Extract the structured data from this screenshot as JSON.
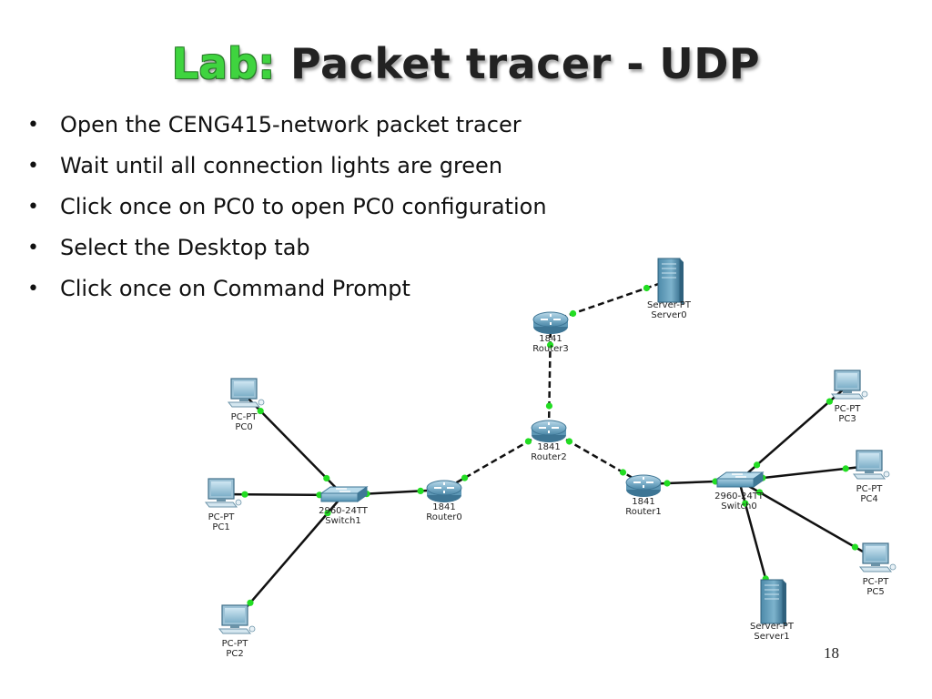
{
  "title": {
    "lab": "Lab:",
    "rest": "Packet tracer - UDP"
  },
  "bullets": [
    "Open the CENG415-network packet tracer",
    "Wait until all connection lights are green",
    "Click once on PC0 to open PC0 configuration",
    "Select the Desktop tab",
    "Click once on Command Prompt"
  ],
  "bullet_symbol": "•",
  "page_number": "18",
  "colors": {
    "title_lab": "#3fd43f",
    "title_rest": "#222222",
    "link_light": "#22dd22",
    "device_blue": "#5a97b5"
  },
  "diagram": {
    "nodes": [
      {
        "id": "server0",
        "type": "server",
        "icon": "server-icon",
        "label_top": "Server-PT",
        "label_bottom": "Server0"
      },
      {
        "id": "router3",
        "type": "router",
        "icon": "router-icon",
        "label_top": "1841",
        "label_bottom": "Router3"
      },
      {
        "id": "router2",
        "type": "router",
        "icon": "router-icon",
        "label_top": "1841",
        "label_bottom": "Router2"
      },
      {
        "id": "router0",
        "type": "router",
        "icon": "router-icon",
        "label_top": "1841",
        "label_bottom": "Router0"
      },
      {
        "id": "router1",
        "type": "router",
        "icon": "router-icon",
        "label_top": "1841",
        "label_bottom": "Router1"
      },
      {
        "id": "switch1",
        "type": "switch",
        "icon": "switch-icon",
        "label_top": "2960-24TT",
        "label_bottom": "Switch1"
      },
      {
        "id": "switch0",
        "type": "switch",
        "icon": "switch-icon",
        "label_top": "2960-24TT",
        "label_bottom": "Switch0"
      },
      {
        "id": "pc0",
        "type": "pc",
        "icon": "pc-icon",
        "label_top": "PC-PT",
        "label_bottom": "PC0"
      },
      {
        "id": "pc1",
        "type": "pc",
        "icon": "pc-icon",
        "label_top": "PC-PT",
        "label_bottom": "PC1"
      },
      {
        "id": "pc2",
        "type": "pc",
        "icon": "pc-icon",
        "label_top": "PC-PT",
        "label_bottom": "PC2"
      },
      {
        "id": "pc3",
        "type": "pc",
        "icon": "pc-icon",
        "label_top": "PC-PT",
        "label_bottom": "PC3"
      },
      {
        "id": "pc4",
        "type": "pc",
        "icon": "pc-icon",
        "label_top": "PC-PT",
        "label_bottom": "PC4"
      },
      {
        "id": "pc5",
        "type": "pc",
        "icon": "pc-icon",
        "label_top": "PC-PT",
        "label_bottom": "PC5"
      },
      {
        "id": "server1",
        "type": "server",
        "icon": "server-icon",
        "label_top": "Server-PT",
        "label_bottom": "Server1"
      }
    ],
    "links": [
      {
        "from": "router3",
        "to": "server0",
        "style": "dashed"
      },
      {
        "from": "router3",
        "to": "router2",
        "style": "dashed"
      },
      {
        "from": "router2",
        "to": "router0",
        "style": "dashed"
      },
      {
        "from": "router2",
        "to": "router1",
        "style": "dashed"
      },
      {
        "from": "router0",
        "to": "switch1",
        "style": "solid"
      },
      {
        "from": "router1",
        "to": "switch0",
        "style": "solid"
      },
      {
        "from": "pc0",
        "to": "switch1",
        "style": "solid"
      },
      {
        "from": "pc1",
        "to": "switch1",
        "style": "solid"
      },
      {
        "from": "pc2",
        "to": "switch1",
        "style": "solid"
      },
      {
        "from": "pc3",
        "to": "switch0",
        "style": "solid"
      },
      {
        "from": "pc4",
        "to": "switch0",
        "style": "solid"
      },
      {
        "from": "pc5",
        "to": "switch0",
        "style": "solid"
      },
      {
        "from": "server1",
        "to": "switch0",
        "style": "solid"
      }
    ]
  }
}
